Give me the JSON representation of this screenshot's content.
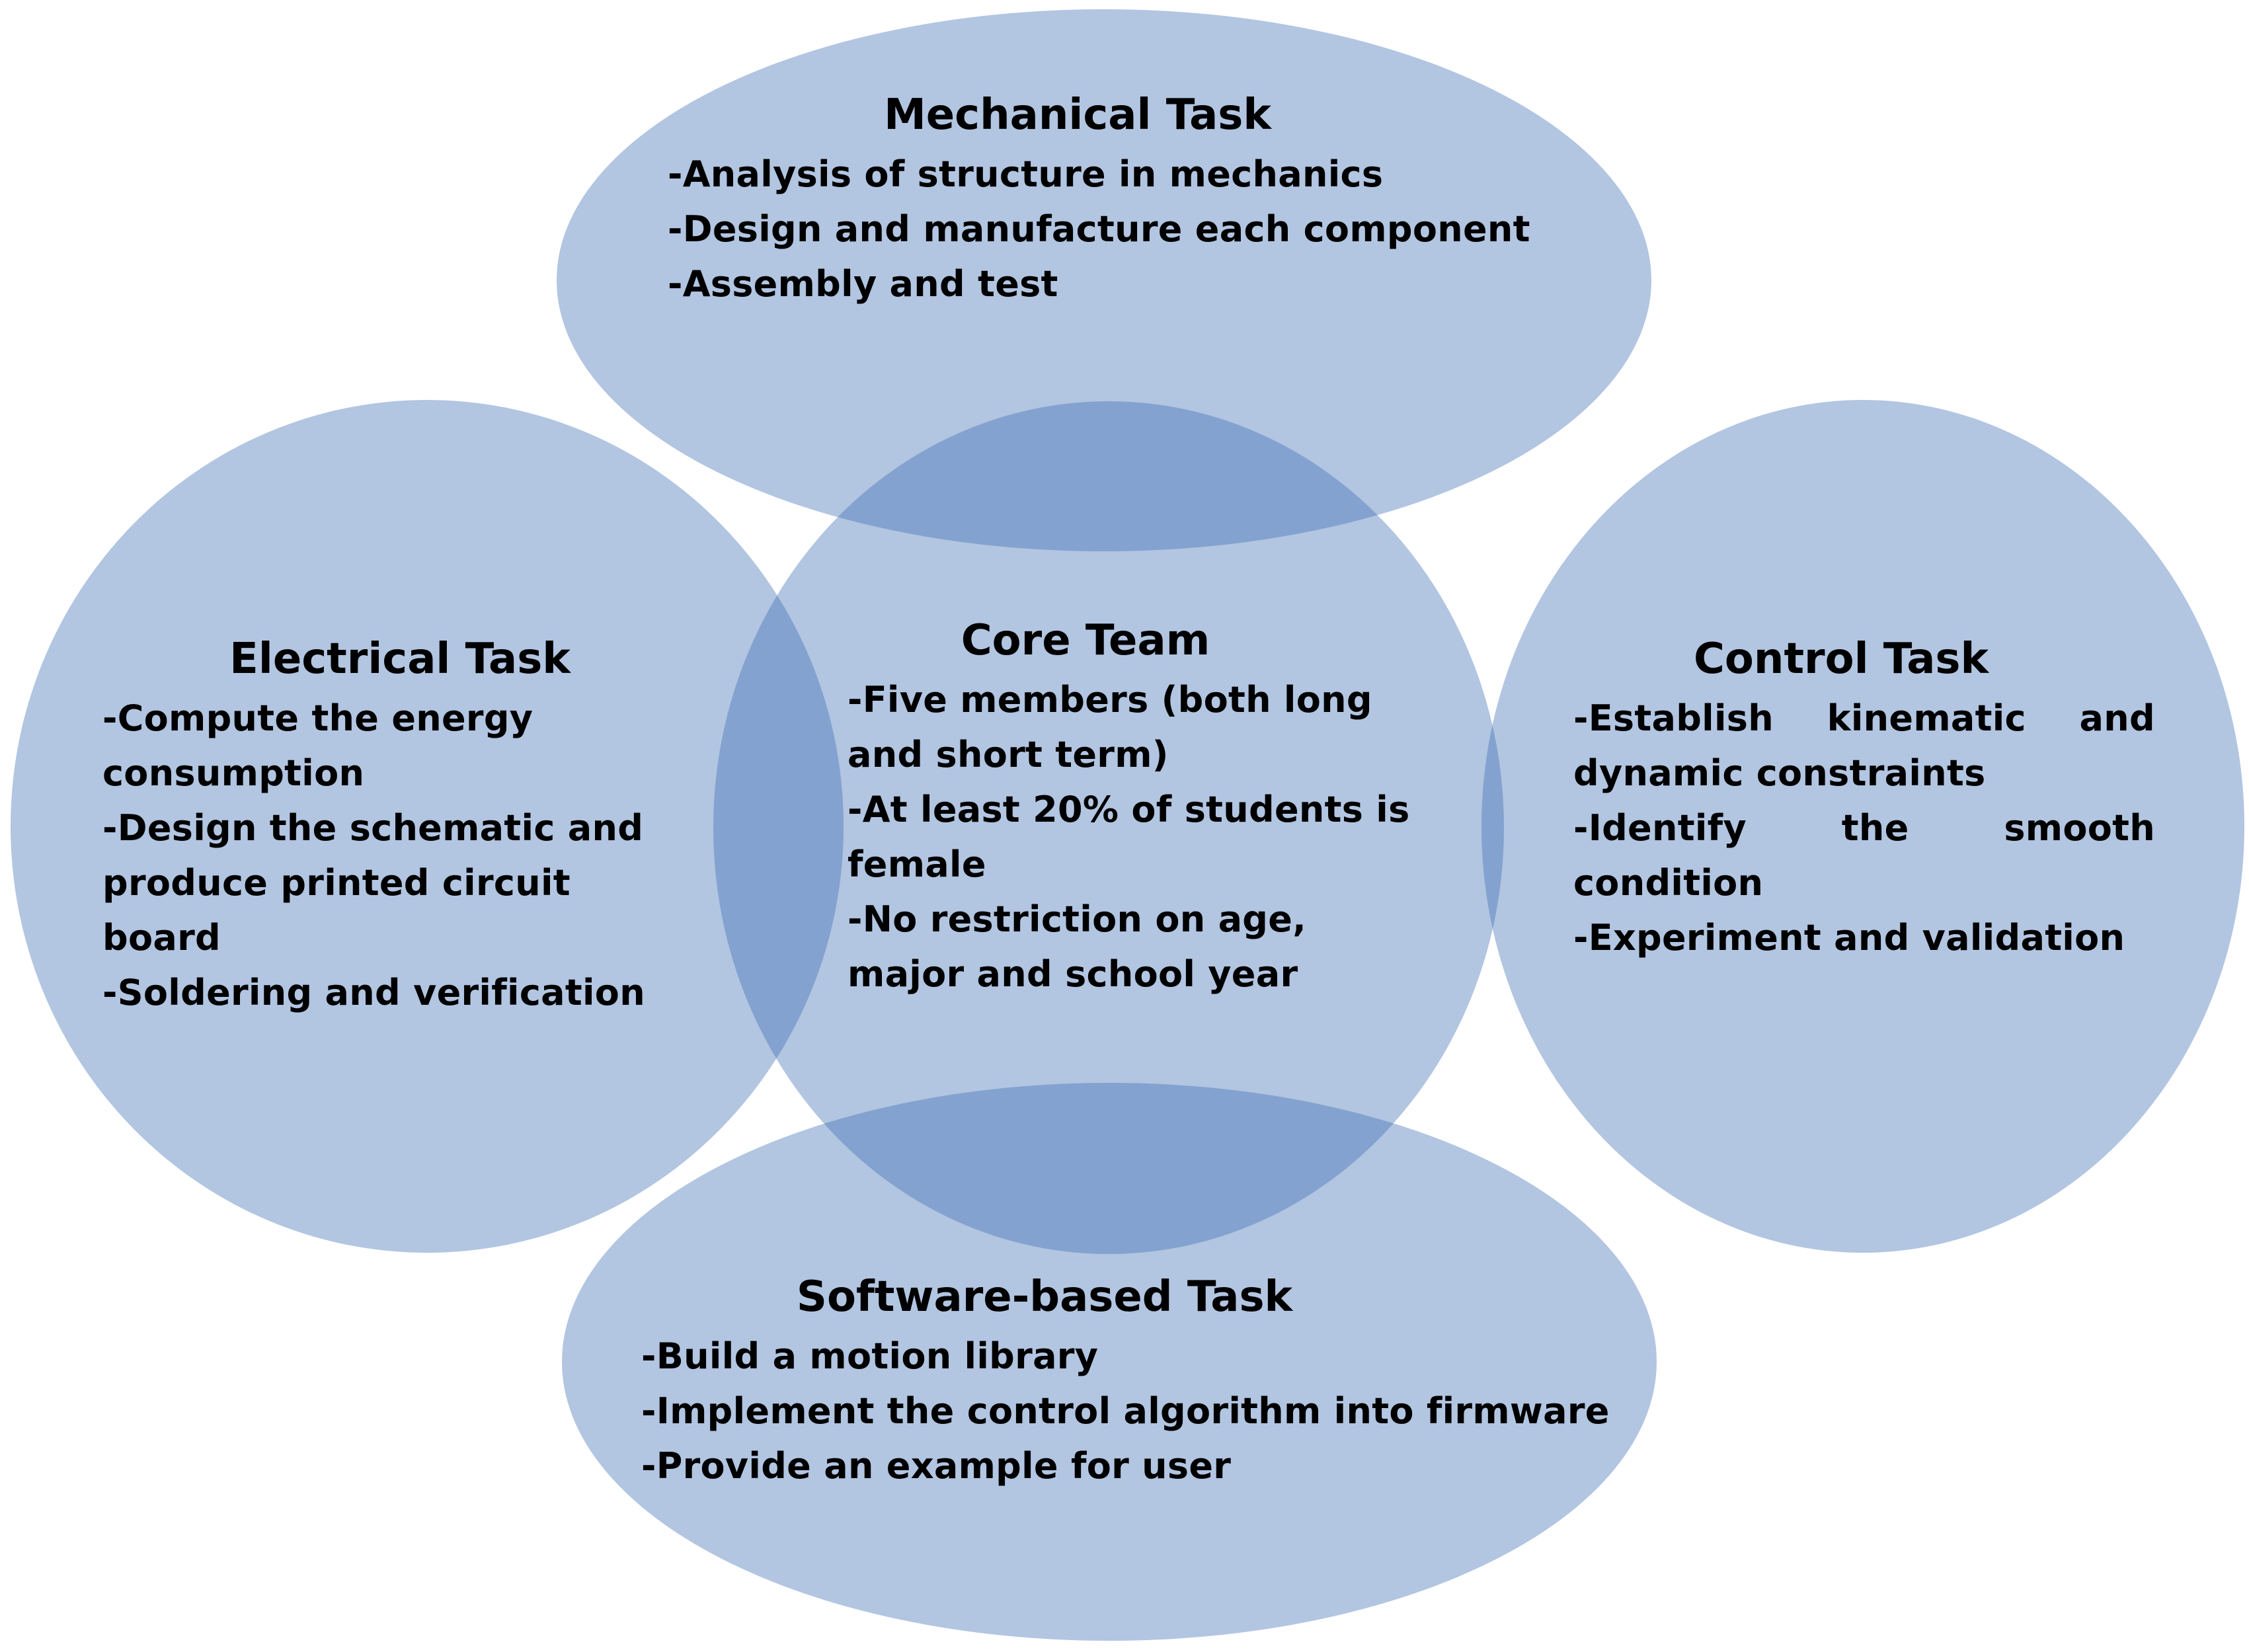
{
  "colors": {
    "shape_fill": "#3f6fb4",
    "text": "#000000",
    "background": "#ffffff"
  },
  "nodes": {
    "mechanical": {
      "title": "Mechanical Task",
      "items": [
        "-Analysis of structure in mechanics",
        "-Design and manufacture each component",
        "-Assembly and test"
      ]
    },
    "electrical": {
      "title": "Electrical Task",
      "items": [
        "-Compute the energy consumption",
        "-Design the schematic and produce printed circuit board",
        "-Soldering and verification"
      ]
    },
    "core": {
      "title": "Core Team",
      "items": [
        "-Five members (both long and short term)",
        "-At least 20% of students is female",
        "-No restriction on age, major and school year"
      ]
    },
    "control": {
      "title": "Control Task",
      "items": [
        "-Establish kinematic and dynamic constraints",
        "-Identify the smooth condition",
        "-Experiment and validation"
      ]
    },
    "software": {
      "title": "Software-based Task",
      "items": [
        "-Build a motion library",
        "-Implement the control algorithm into firmware",
        "-Provide an example for user"
      ]
    }
  }
}
